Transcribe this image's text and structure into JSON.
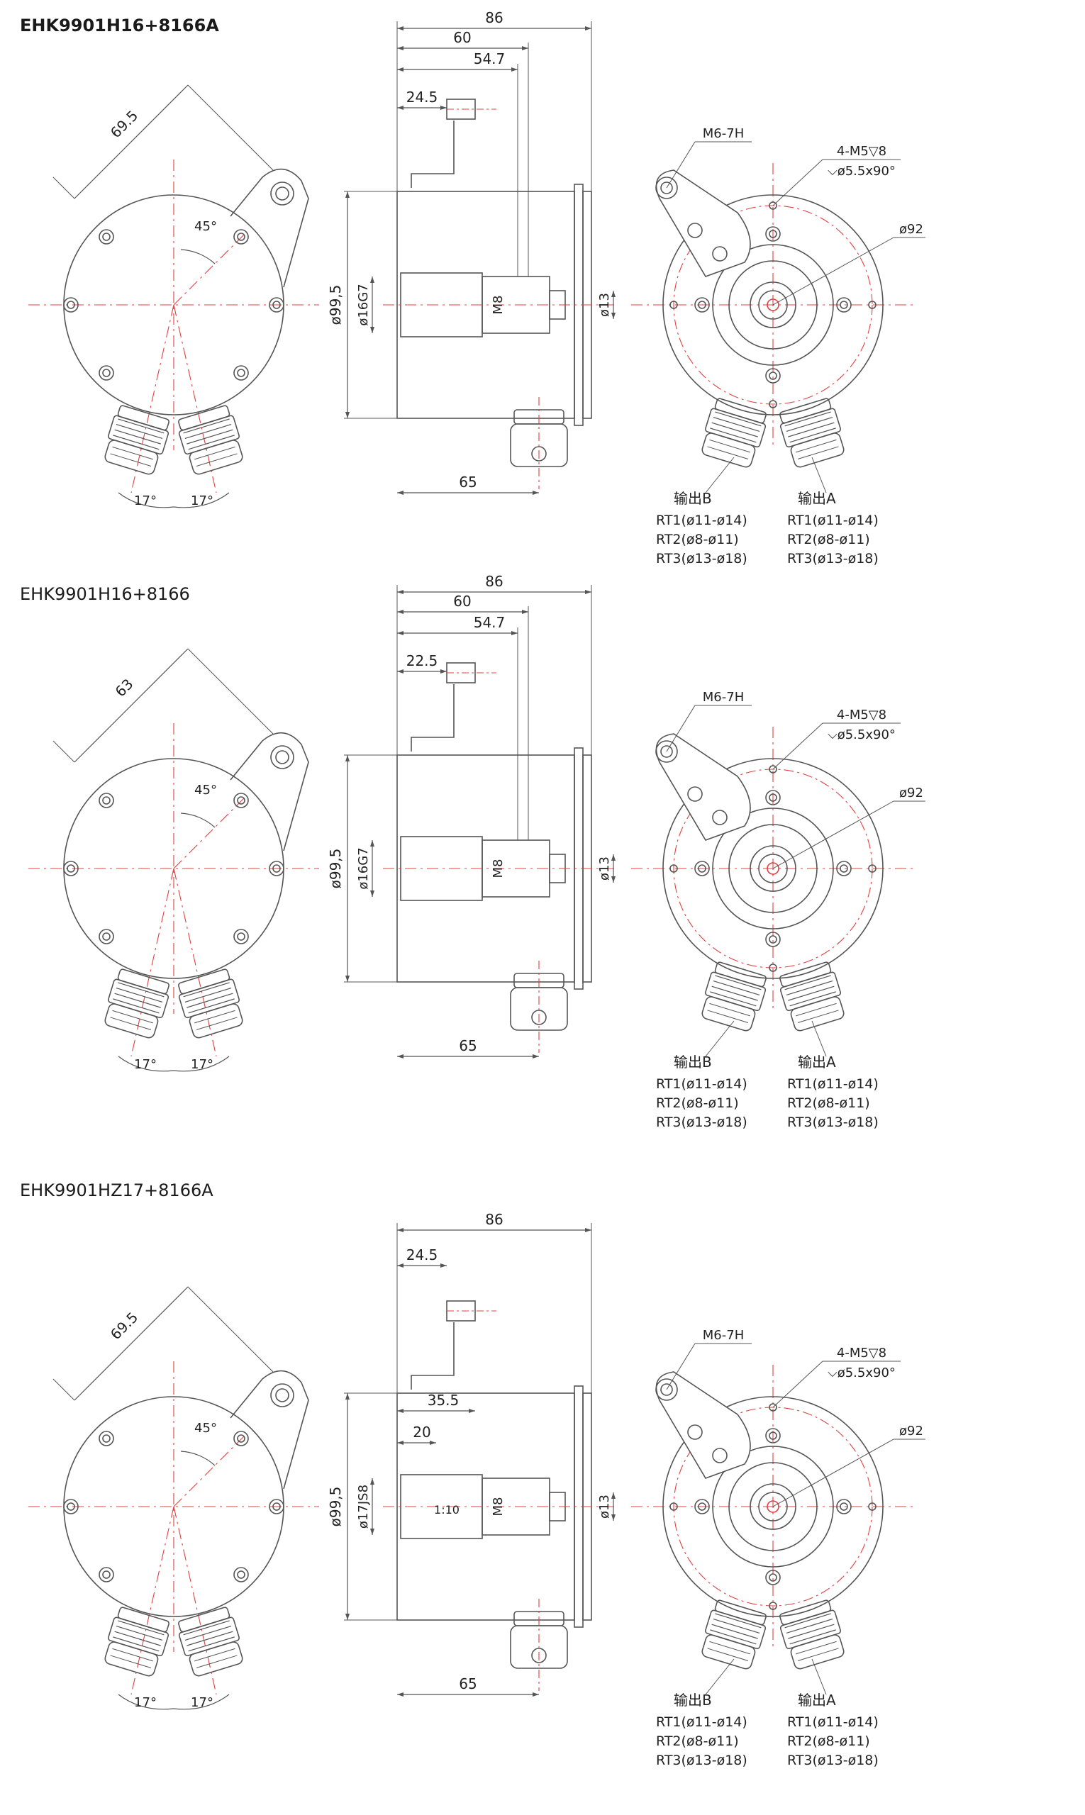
{
  "sections": [
    {
      "title": "EHK9901H16+8166A",
      "title_bold": true,
      "left": {
        "radius": "69.5",
        "angle": "45°",
        "gland_left": "17°",
        "gland_right": "17°"
      },
      "side": {
        "d1": "86",
        "d2": "60",
        "d3": "54.7",
        "d4": "24.5",
        "bottom": "65",
        "dia_body": "ø99,5",
        "dia_shaft": "ø16G7",
        "thread": "M8",
        "dia_flange": "ø13",
        "ratio": ""
      },
      "front": {
        "hole": "M6-7H",
        "screws_line1": "4-M5▽8",
        "screws_line2": "⌵ø5.5x90°",
        "pcd": "ø92"
      },
      "outputs": {
        "b": {
          "label": "输出B",
          "rt1": "RT1(ø11-ø14)",
          "rt2": "RT2(ø8-ø11)",
          "rt3": "RT3(ø13-ø18)"
        },
        "a": {
          "label": "输出A",
          "rt1": "RT1(ø11-ø14)",
          "rt2": "RT2(ø8-ø11)",
          "rt3": "RT3(ø13-ø18)"
        }
      }
    },
    {
      "title": "EHK9901H16+8166",
      "title_bold": false,
      "left": {
        "radius": "63",
        "angle": "45°",
        "gland_left": "17°",
        "gland_right": "17°"
      },
      "side": {
        "d1": "86",
        "d2": "60",
        "d3": "54.7",
        "d4": "22.5",
        "bottom": "65",
        "dia_body": "ø99,5",
        "dia_shaft": "ø16G7",
        "thread": "M8",
        "dia_flange": "ø13",
        "ratio": ""
      },
      "front": {
        "hole": "M6-7H",
        "screws_line1": "4-M5▽8",
        "screws_line2": "⌵ø5.5x90°",
        "pcd": "ø92"
      },
      "outputs": {
        "b": {
          "label": "输出B",
          "rt1": "RT1(ø11-ø14)",
          "rt2": "RT2(ø8-ø11)",
          "rt3": "RT3(ø13-ø18)"
        },
        "a": {
          "label": "输出A",
          "rt1": "RT1(ø11-ø14)",
          "rt2": "RT2(ø8-ø11)",
          "rt3": "RT3(ø13-ø18)"
        }
      }
    },
    {
      "title": "EHK9901HZ17+8166A",
      "title_bold": false,
      "left": {
        "radius": "69.5",
        "angle": "45°",
        "gland_left": "17°",
        "gland_right": "17°"
      },
      "side": {
        "d1": "86",
        "d2": "",
        "d3": "35.5",
        "d4": "24.5",
        "d5": "20",
        "bottom": "65",
        "dia_body": "ø99,5",
        "dia_shaft": "ø17JS8",
        "thread": "M8",
        "dia_flange": "ø13",
        "ratio": "1:10"
      },
      "front": {
        "hole": "M6-7H",
        "screws_line1": "4-M5▽8",
        "screws_line2": "⌵ø5.5x90°",
        "pcd": "ø92"
      },
      "outputs": {
        "b": {
          "label": "输出B",
          "rt1": "RT1(ø11-ø14)",
          "rt2": "RT2(ø8-ø11)",
          "rt3": "RT3(ø13-ø18)"
        },
        "a": {
          "label": "输出A",
          "rt1": "RT1(ø11-ø14)",
          "rt2": "RT2(ø8-ø11)",
          "rt3": "RT3(ø13-ø18)"
        }
      }
    }
  ],
  "colors": {
    "line": "#555555",
    "centerline": "#e04040",
    "text": "#222222"
  }
}
